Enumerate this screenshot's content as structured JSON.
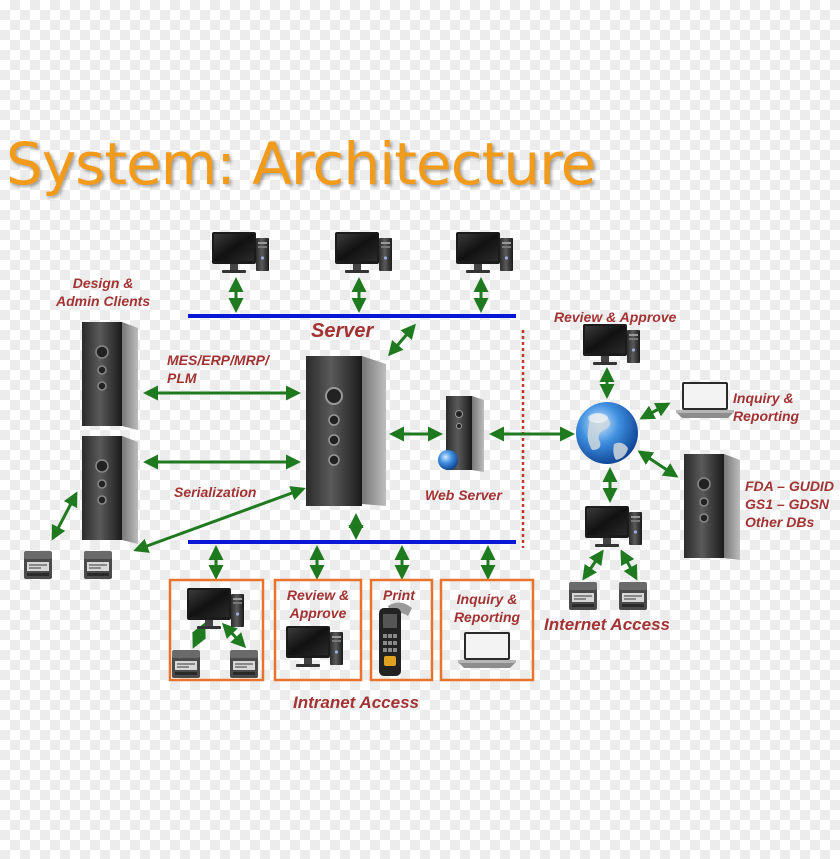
{
  "title": "System: Architecture",
  "labels": {
    "design_admin_clients": "Design &\nAdmin Clients",
    "server": "Server",
    "mes_erp": "MES/ERP/MRP/\nPLM",
    "serialization": "Serialization",
    "web_server": "Web Server",
    "review_approve_internet": "Review & Approve",
    "inquiry_reporting_internet": "Inquiry &\nReporting",
    "external_dbs": "FDA – GUDID\nGS1 – GDSN\nOther DBs",
    "internet_access": "Internet Access",
    "review_approve_intranet": "Review &\nApprove",
    "print": "Print",
    "inquiry_reporting_intranet": "Inquiry &\nReporting",
    "intranet_access": "Intranet Access"
  },
  "colors": {
    "title": "#f29a1a",
    "label": "#a33333",
    "bus": "#0a17d6",
    "arrow": "#1f7a1f",
    "box": "#e8732a",
    "firewall": "#c0392b"
  },
  "icons": {
    "workstation": "desktop-computer-icon",
    "tower": "server-tower-icon",
    "printer": "label-printer-icon",
    "globe": "globe-icon",
    "laptop": "laptop-icon",
    "handheld": "handheld-scanner-icon"
  }
}
